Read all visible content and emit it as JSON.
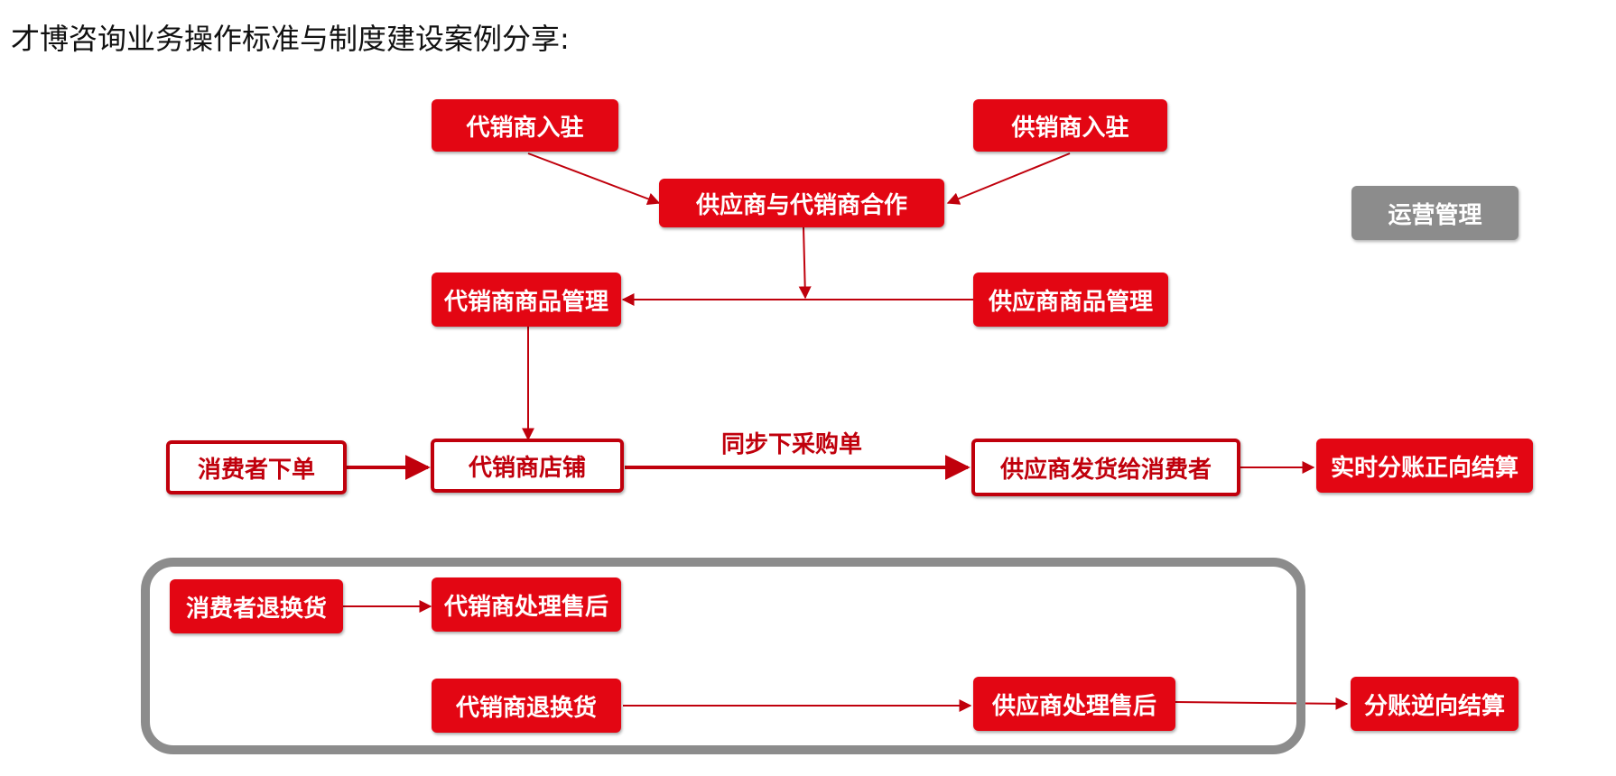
{
  "title": "才博咨询业务操作标准与制度建设案例分享:",
  "nodes": {
    "agent_onboard": "代销商入驻",
    "supplier_onboard": "供销商入驻",
    "cooperation": "供应商与代销商合作",
    "operations": "运营管理",
    "agent_goods": "代销商商品管理",
    "supplier_goods": "供应商商品管理",
    "consumer_order": "消费者下单",
    "agent_store": "代销商店铺",
    "supplier_ship": "供应商发货给消费者",
    "realtime_settle": "实时分账正向结算",
    "consumer_return": "消费者退换货",
    "agent_aftersale": "代销商处理售后",
    "agent_return": "代销商退换货",
    "supplier_aftersale": "供应商处理售后",
    "reverse_settle": "分账逆向结算"
  },
  "edge_labels": {
    "sync_purchase": "同步下采购单"
  },
  "colors": {
    "red": "#e30613",
    "dark_red": "#c0000c",
    "gray": "#8c8c8c"
  }
}
